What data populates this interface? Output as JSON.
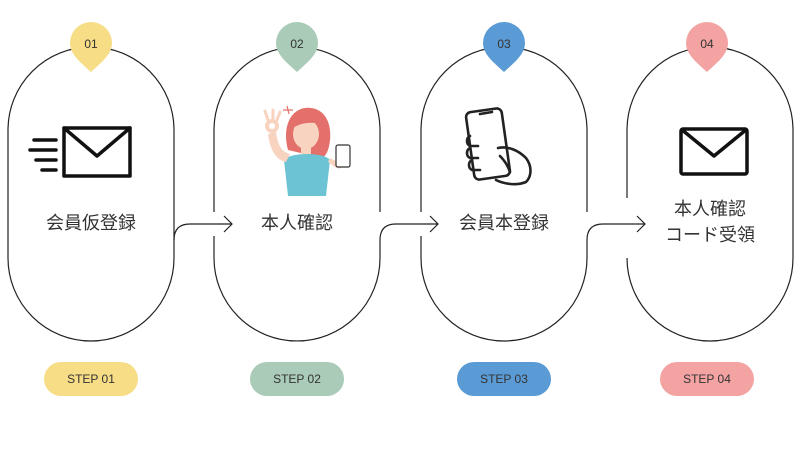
{
  "steps": [
    {
      "number": "01",
      "label": "会員仮登録",
      "pill": "STEP 01",
      "color": "#F6DD86",
      "icon": "email-fast-icon"
    },
    {
      "number": "02",
      "label": "本人確認",
      "pill": "STEP 02",
      "color": "#A9CBB7",
      "icon": "woman-ok-phone-illustration"
    },
    {
      "number": "03",
      "label": "会員本登録",
      "pill": "STEP 03",
      "color": "#5B9BD5",
      "icon": "smartphone-hand-icon"
    },
    {
      "number": "04",
      "label_line1": "本人確認",
      "label_line2": "コード受領",
      "pill": "STEP 04",
      "color": "#F4A3A3",
      "icon": "envelope-icon"
    }
  ]
}
